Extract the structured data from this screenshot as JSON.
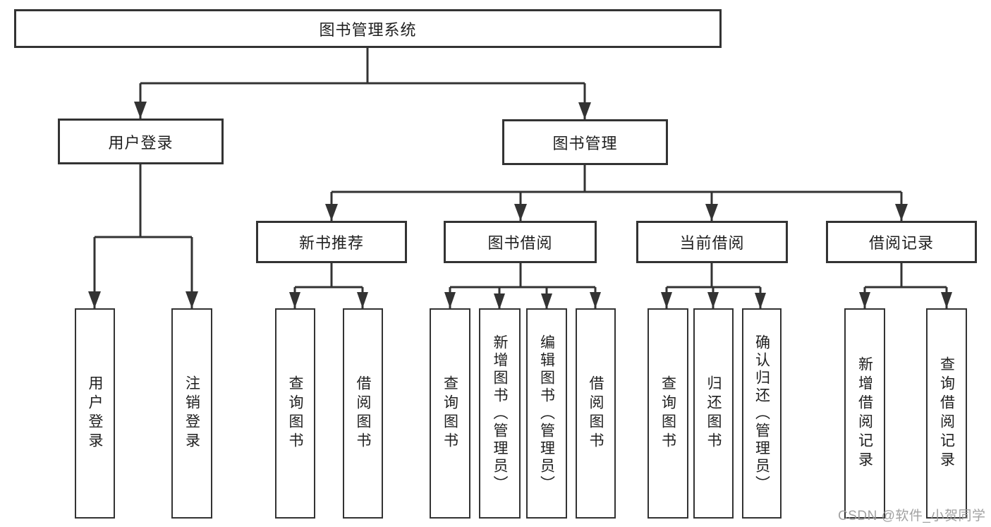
{
  "diagram": {
    "title": "图书管理系统",
    "level2": {
      "user_login": "用户登录",
      "book_management": "图书管理"
    },
    "level3": {
      "new_book_recommendation": "新书推荐",
      "book_borrowing": "图书借阅",
      "current_borrowing": "当前借阅",
      "borrowing_records": "借阅记录"
    },
    "leaves": [
      "用户登录",
      "注销登录",
      "查询图书",
      "借阅图书",
      "查询图书",
      "新增图书（管理员）",
      "编辑图书（管理员）",
      "借阅图书",
      "查询图书",
      "归还图书",
      "确认归还（管理员）",
      "新增借阅记录",
      "查询借阅记录"
    ],
    "structure": {
      "图书管理系统": [
        "用户登录",
        "图书管理"
      ],
      "用户登录": [
        "用户登录",
        "注销登录"
      ],
      "图书管理": [
        "新书推荐",
        "图书借阅",
        "当前借阅",
        "借阅记录"
      ],
      "新书推荐": [
        "查询图书",
        "借阅图书"
      ],
      "图书借阅": [
        "查询图书",
        "新增图书（管理员）",
        "编辑图书（管理员）",
        "借阅图书"
      ],
      "当前借阅": [
        "查询图书",
        "归还图书",
        "确认归还（管理员）"
      ],
      "借阅记录": [
        "新增借阅记录",
        "查询借阅记录"
      ]
    },
    "colors": {
      "line": "#333333",
      "text": "#1f1f1f",
      "box_background": "#ffffff",
      "watermark": "#9a9a9a"
    }
  },
  "watermark": {
    "text": "CSDN @软件_小贺同学"
  }
}
